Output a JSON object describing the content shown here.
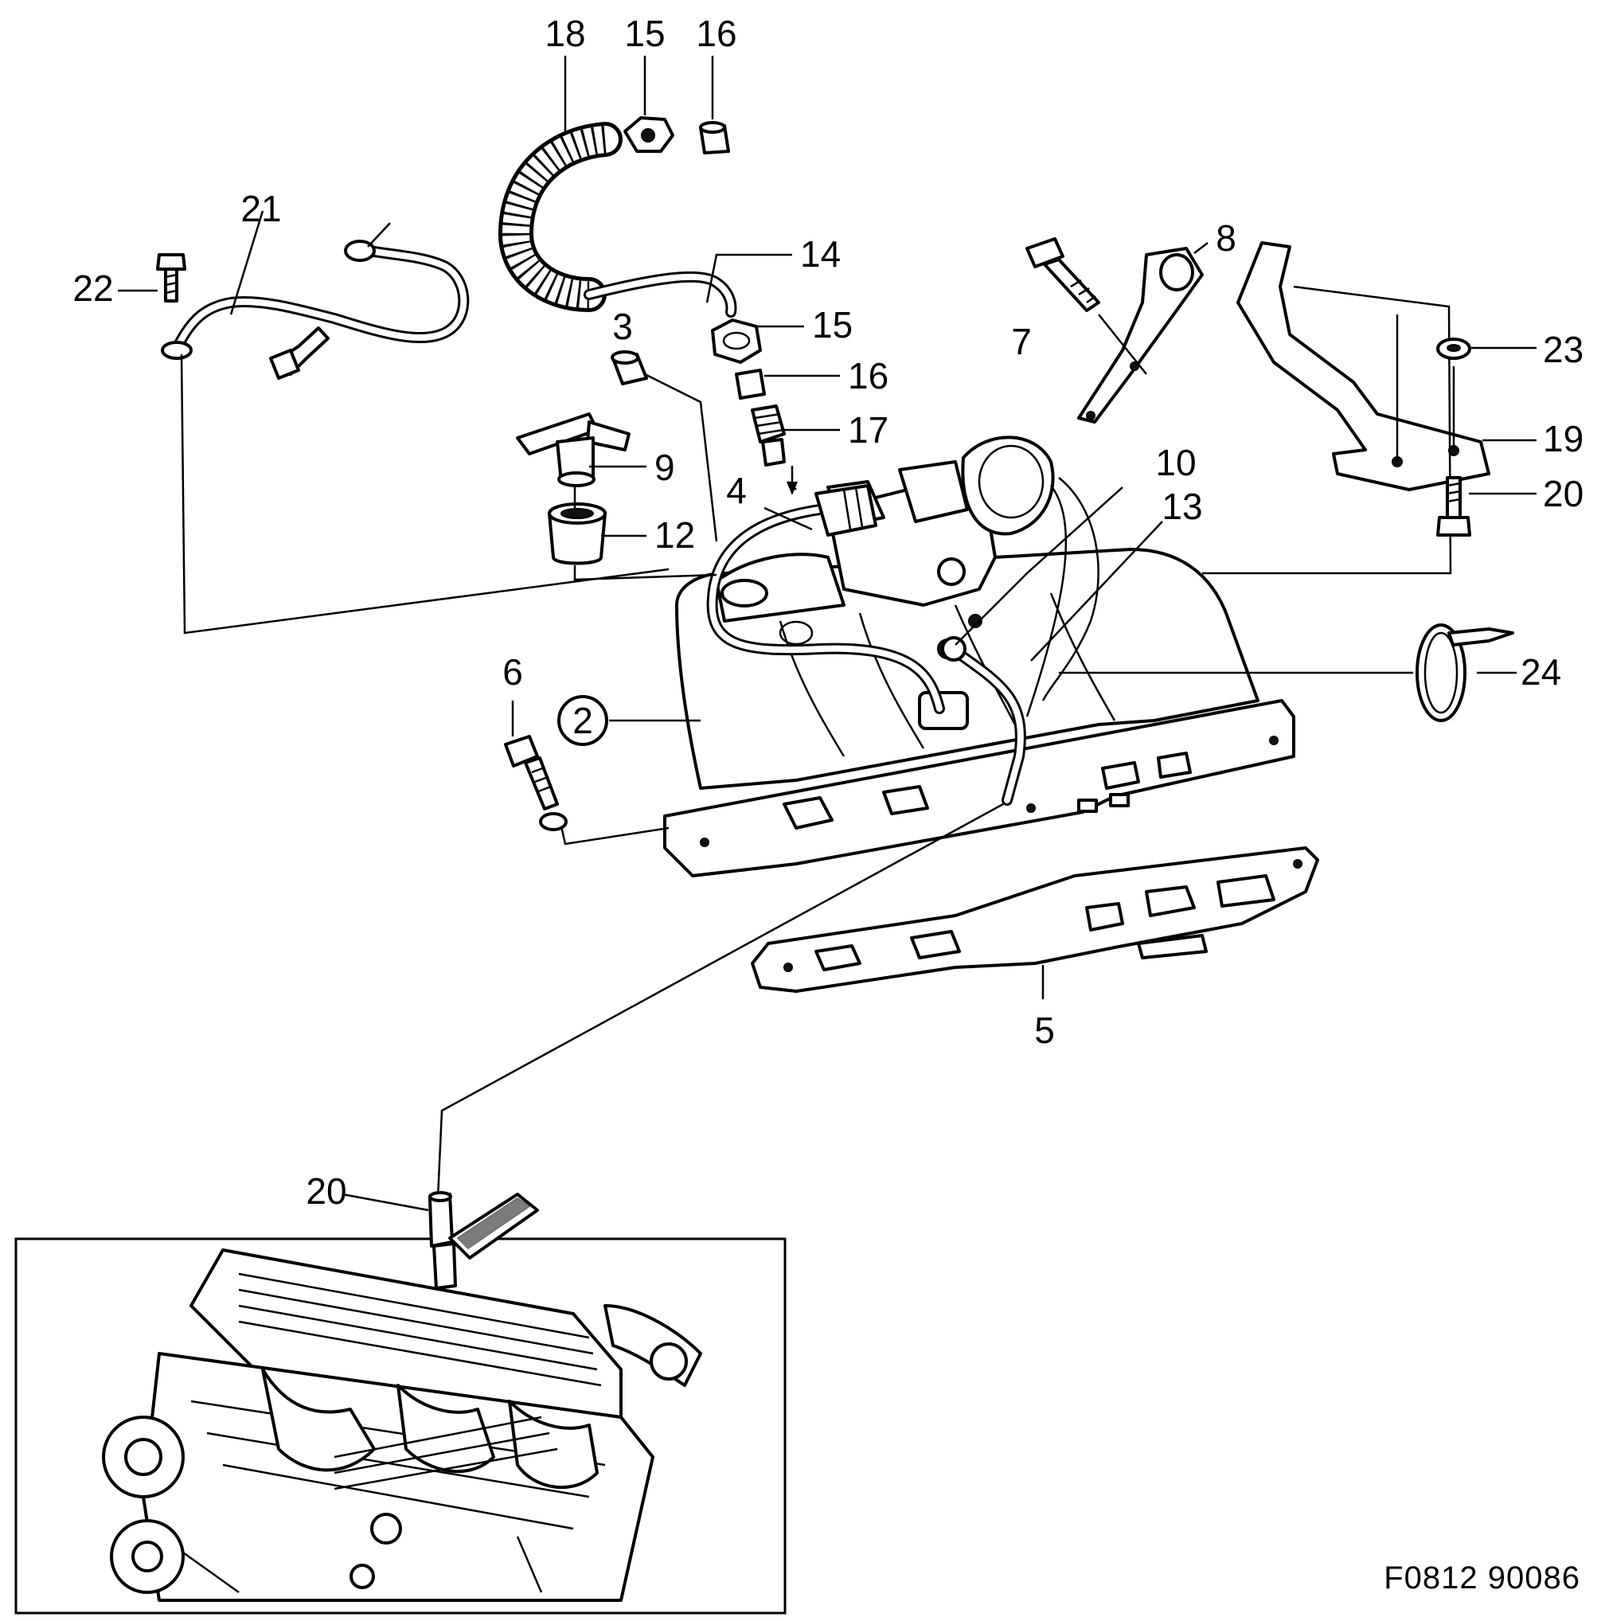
{
  "callouts": {
    "c18": "18",
    "c15a": "15",
    "c16a": "16",
    "c21": "21",
    "c22": "22",
    "c14": "14",
    "c8": "8",
    "c3": "3",
    "c15b": "15",
    "c16b": "16",
    "c7": "7",
    "c23": "23",
    "c17": "17",
    "c19": "19",
    "c9": "9",
    "c10": "10",
    "c4": "4",
    "c20a": "20",
    "c13": "13",
    "c12": "12",
    "c24": "24",
    "c6": "6",
    "c2": "2",
    "c5": "5",
    "c20b": "20"
  },
  "drawing_code": "F0812  90086"
}
